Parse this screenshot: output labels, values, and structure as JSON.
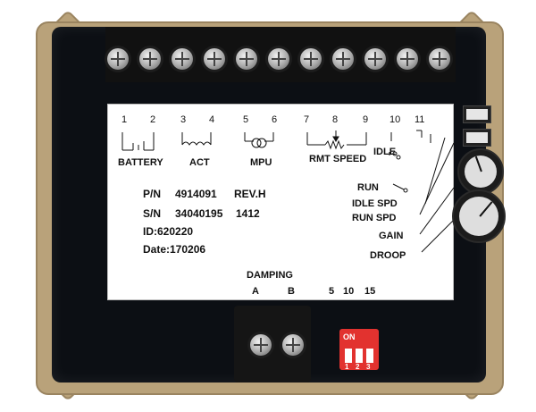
{
  "terminals": {
    "numbers": [
      "1",
      "2",
      "3",
      "4",
      "5",
      "6",
      "7",
      "8",
      "9",
      "10",
      "11"
    ],
    "groups": {
      "battery": "BATTERY",
      "act": "ACT",
      "mpu": "MPU",
      "rmt_speed": "RMT SPEED",
      "idle": "IDLE",
      "run": "RUN"
    }
  },
  "info": {
    "pn_label": "P/N",
    "pn_value": "4914091",
    "rev": "REV.H",
    "sn_label": "S/N",
    "sn_value": "34040195",
    "sn_extra": "1412",
    "id": "ID:620220",
    "date": "Date:170206"
  },
  "adjustments": {
    "idle_spd": "IDLE SPD",
    "run_spd": "RUN SPD",
    "gain": "GAIN",
    "droop": "DROOP"
  },
  "damping": {
    "title": "DAMPING",
    "a": "A",
    "b": "B",
    "n5": "5",
    "n10": "10",
    "n15": "15"
  },
  "dip_switch": {
    "on": "ON",
    "labels": [
      "1",
      "2",
      "3"
    ]
  },
  "colors": {
    "frame": "#b9a27a",
    "body": "#0c0f14",
    "label_bg": "#ffffff",
    "dip": "#e2322f"
  }
}
